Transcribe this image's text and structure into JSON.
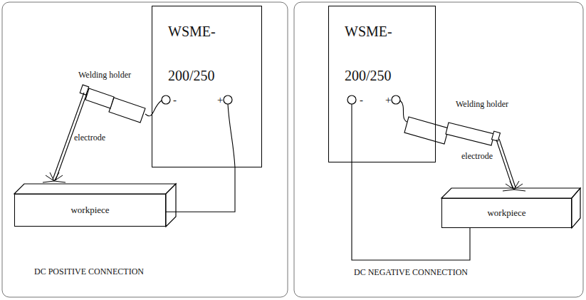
{
  "diagram": {
    "nodes": [
      {
        "text": [
          "WSME- 200/250"
        ]
      },
      {
        "text": [
          "workpiece"
        ]
      },
      {
        "text": [
          "WSME- 200/250"
        ]
      },
      {
        "text": [
          "workpiece"
        ]
      }
    ],
    "edges": [
      {
        "from": 0,
        "to": 1,
        "arrow": "none"
      },
      {
        "from": 2,
        "to": 3,
        "arrow": "none"
      }
    ],
    "labels": [
      "Welding holder",
      "electrode",
      "-",
      "+",
      "DC POSITIVE CONNECTION",
      "-",
      "+",
      "Welding holder",
      "electrode",
      "DC NEGATIVE CONNECTION"
    ]
  }
}
